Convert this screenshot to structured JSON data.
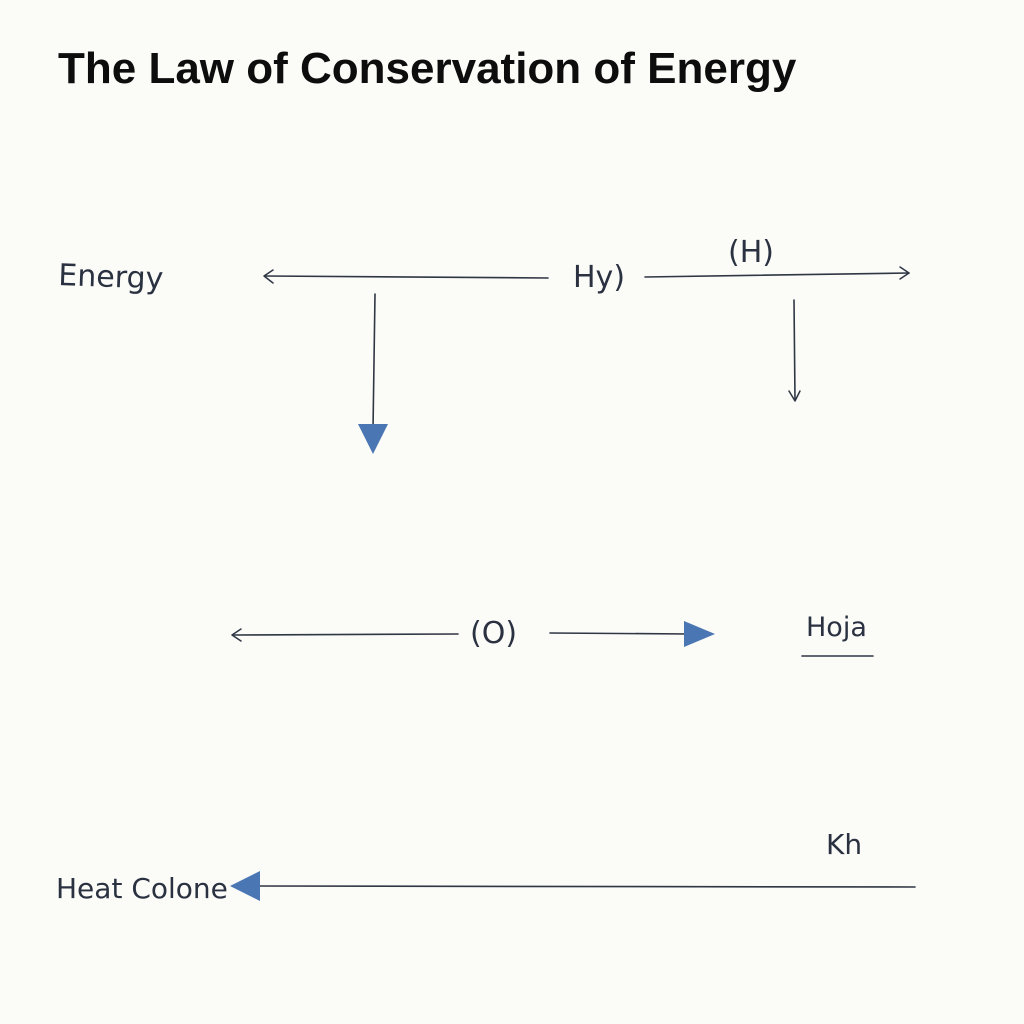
{
  "title": "The Law of Conservation of Energy",
  "labels": {
    "energy": "Energy",
    "hy": "Hy)",
    "h_paren": "(H)",
    "o_paren": "(O)",
    "hoja": "Hoja",
    "kh": "Kh",
    "heat_colone": "Heat Colone"
  },
  "colors": {
    "ink": "#2f3644",
    "accent_arrow": "#4a76b3",
    "background": "#fbfbf8"
  }
}
